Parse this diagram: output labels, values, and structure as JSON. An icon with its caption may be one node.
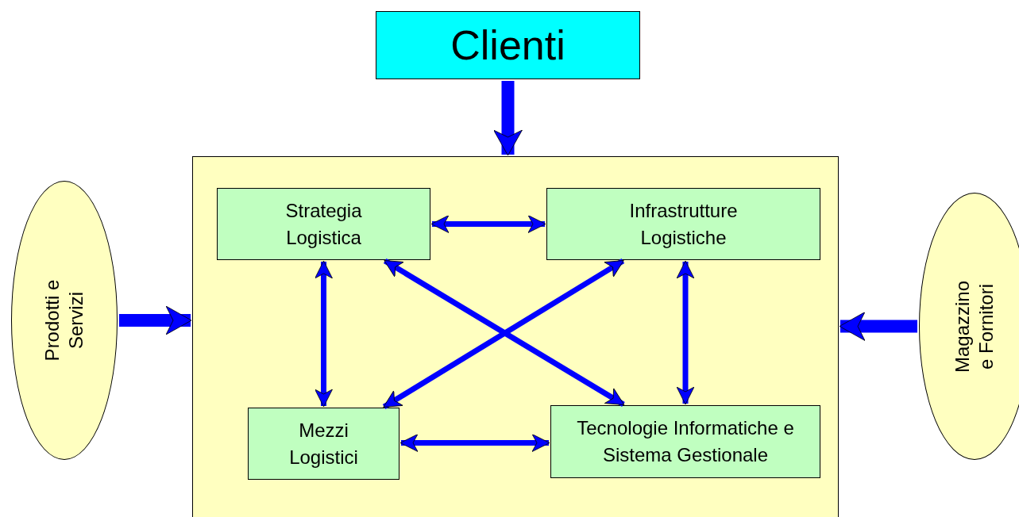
{
  "diagram": {
    "nodes": [
      {
        "text": [
          "Clienti"
        ]
      },
      {
        "text": [],
        "shape": "box"
      },
      {
        "text": [
          "Strategia Logistica"
        ],
        "in": 1
      },
      {
        "text": [
          "Infrastrutture Logistiche"
        ],
        "in": 1
      },
      {
        "text": [
          "Mezzi Logistici"
        ],
        "in": 1
      },
      {
        "text": [
          "Tecnologie Informatiche e Sistema Gestionale"
        ],
        "in": 1
      },
      {
        "text": [
          "Prodotti e Servizi"
        ]
      },
      {
        "text": [
          "Magazzino e Fornitori"
        ]
      }
    ],
    "edges": [
      {
        "from": 0,
        "to": 1,
        "arrow": "to",
        "style": "thick"
      },
      {
        "from": 6,
        "to": 1,
        "arrow": "to",
        "style": "thick"
      },
      {
        "from": 7,
        "to": 1,
        "arrow": "to",
        "style": "thick"
      },
      {
        "from": 2,
        "to": 3,
        "arrow": "both"
      },
      {
        "from": 2,
        "to": 4,
        "arrow": "both"
      },
      {
        "from": 3,
        "to": 5,
        "arrow": "both"
      },
      {
        "from": 2,
        "to": 5,
        "arrow": "both"
      },
      {
        "from": 3,
        "to": 4,
        "arrow": "both"
      },
      {
        "from": 4,
        "to": 5,
        "arrow": "both"
      }
    ]
  }
}
